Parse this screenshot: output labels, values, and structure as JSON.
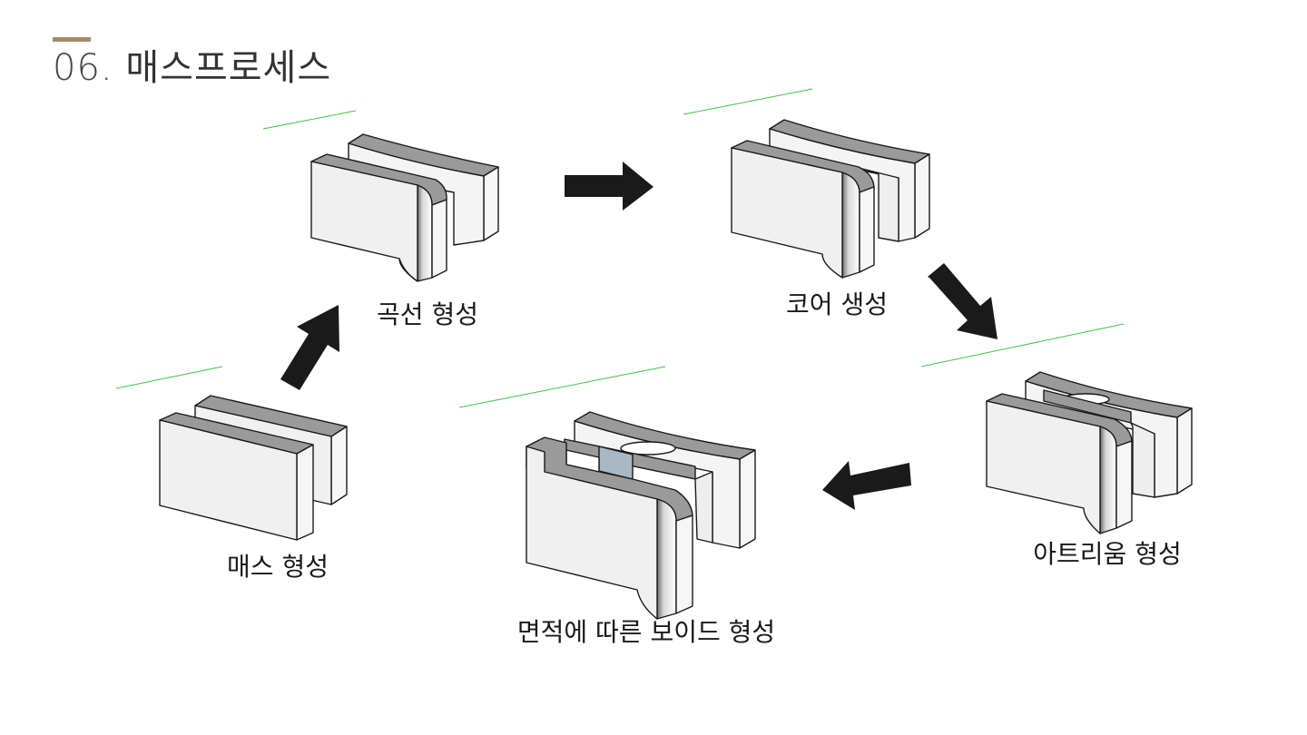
{
  "page": {
    "title_number": "06.",
    "title_text": "매스프로세스"
  },
  "steps": [
    {
      "id": "mass",
      "label": "매스 형성"
    },
    {
      "id": "curve",
      "label": "곡선 형성"
    },
    {
      "id": "core",
      "label": "코어 생성"
    },
    {
      "id": "atrium",
      "label": "아트리움 형성"
    },
    {
      "id": "void",
      "label": "면적에 따른 보이드 형성"
    }
  ],
  "colors": {
    "accent_bar": "#a98b6b",
    "guide_line": "#3fc43f",
    "arrow": "#1a1a1a",
    "face_light": "#f2f2f2",
    "face_top": "#9a9a9a",
    "void_face": "#a9b8c6"
  }
}
